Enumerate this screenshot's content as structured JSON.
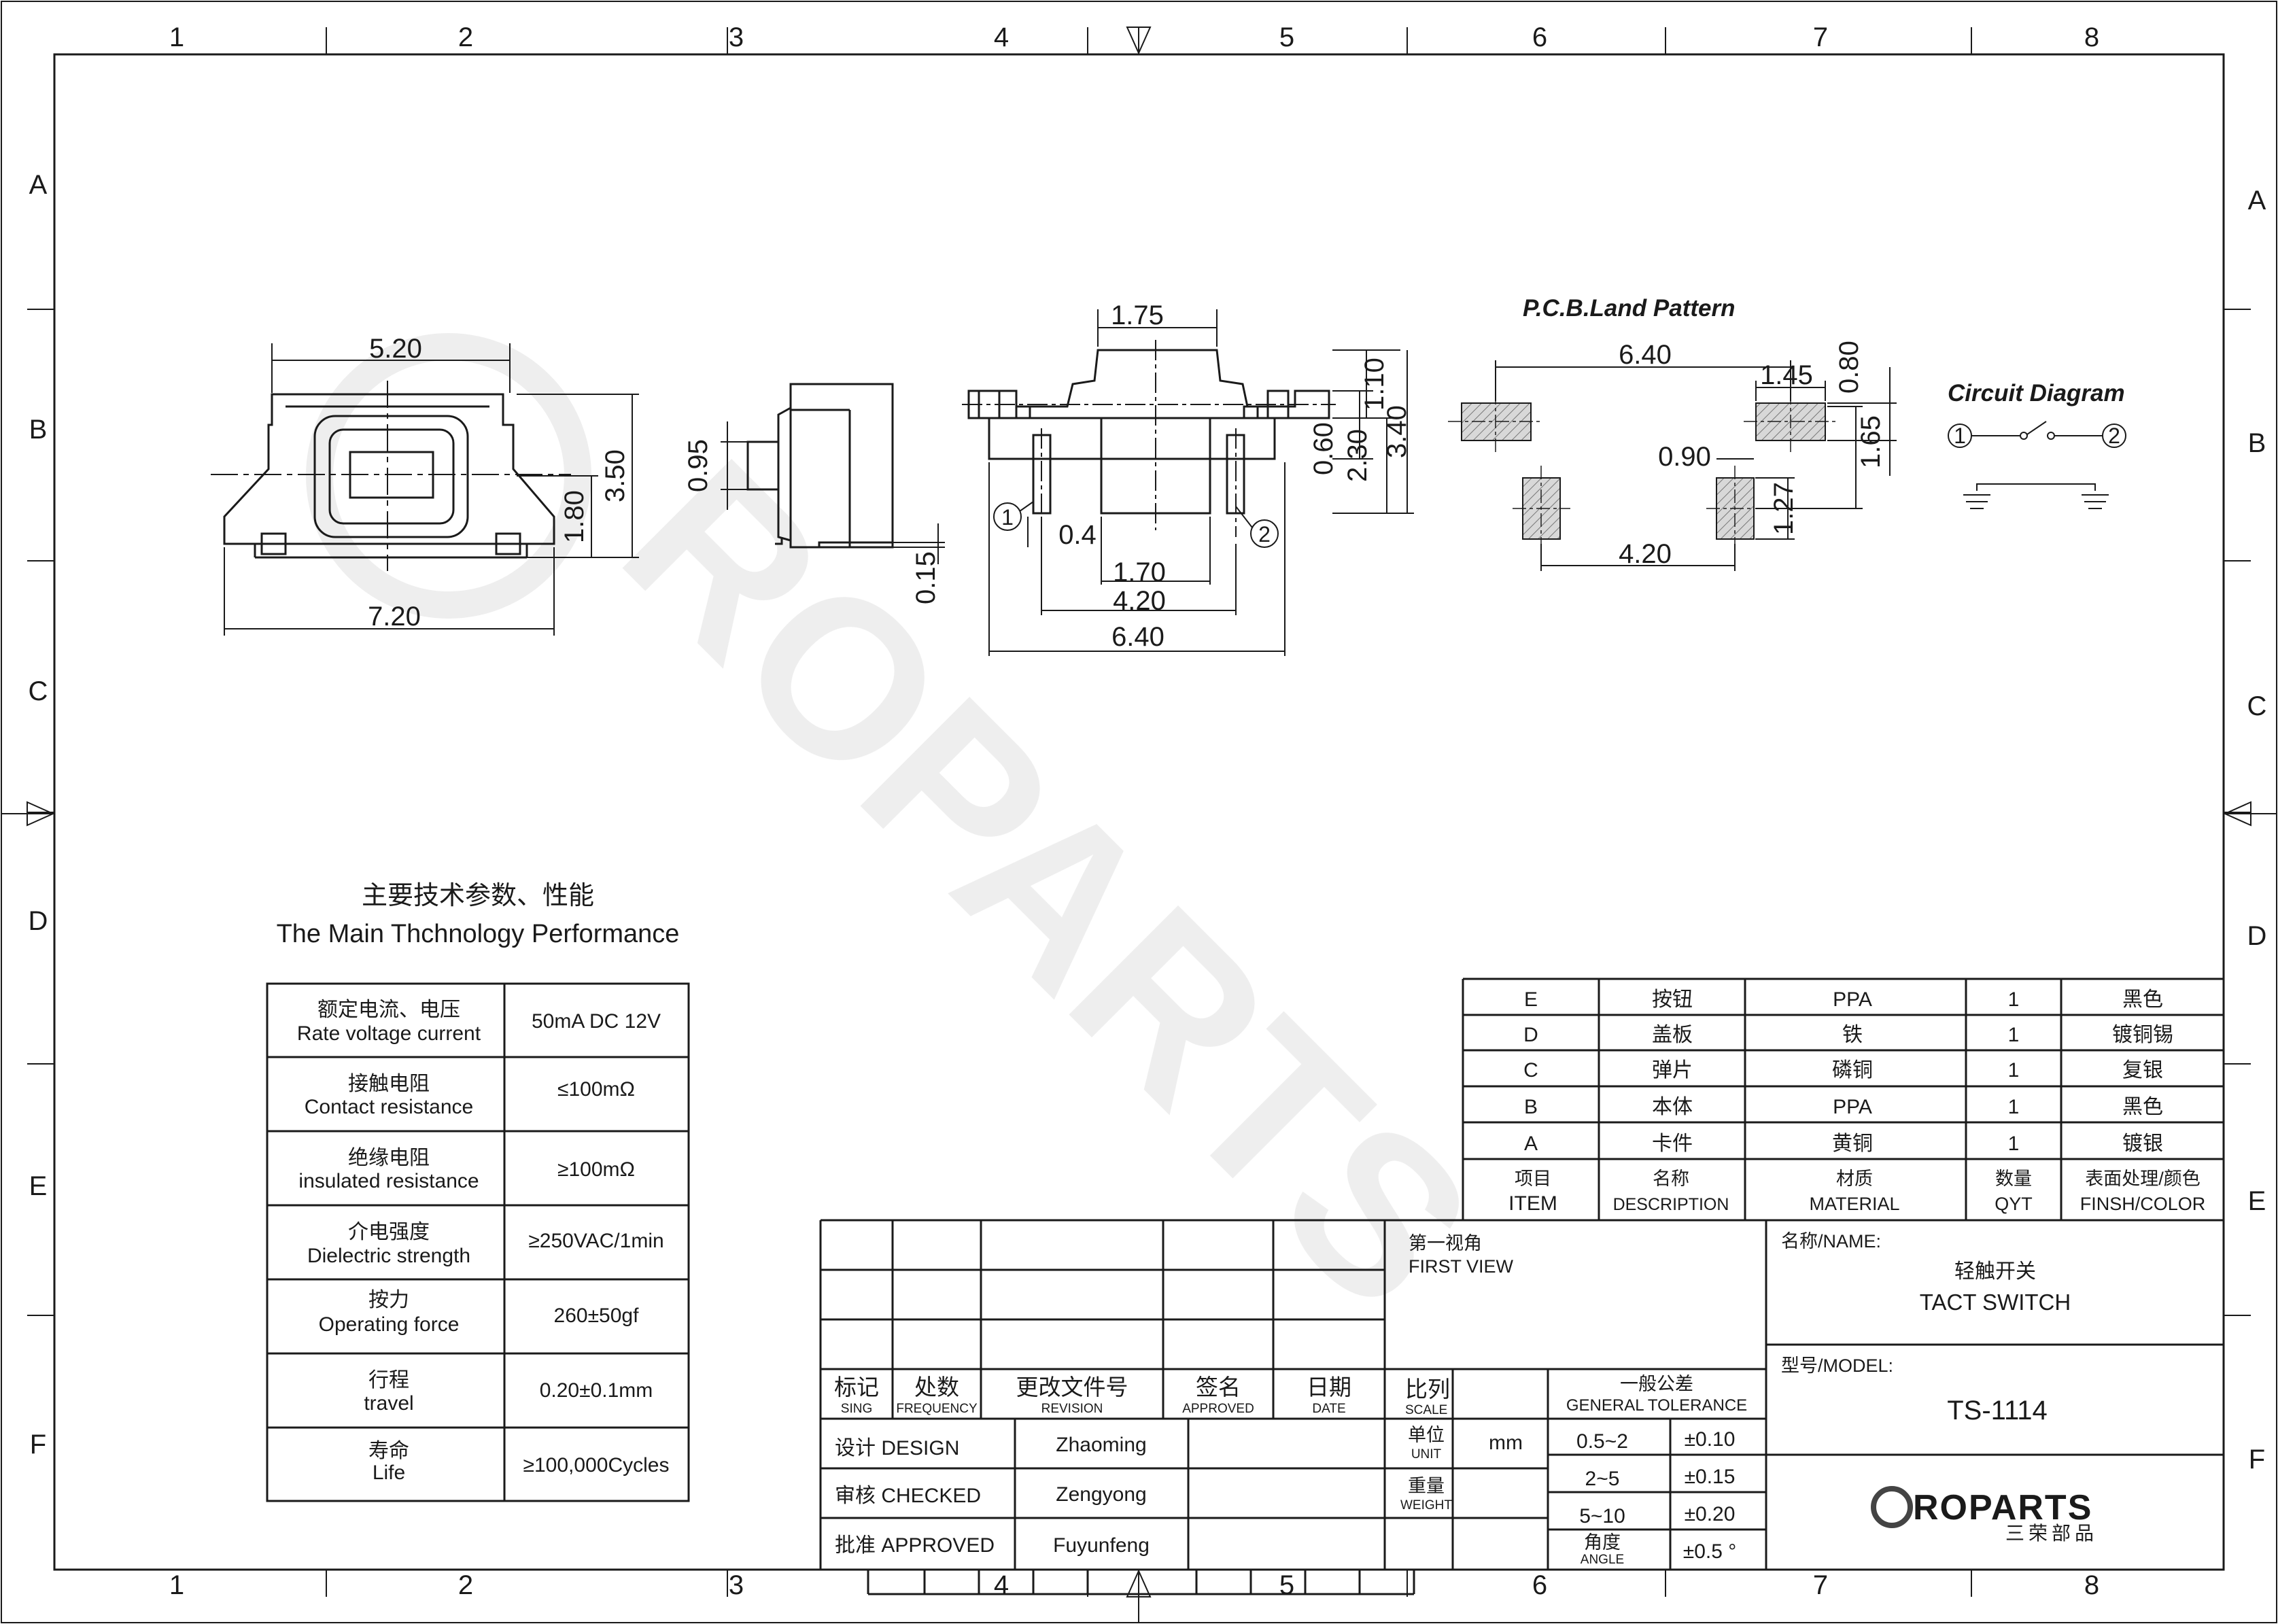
{
  "frame": {
    "columns_top": [
      "1",
      "2",
      "3",
      "4",
      "5",
      "6",
      "7",
      "8"
    ],
    "columns_bottom": [
      "1",
      "2",
      "3",
      "4",
      "5",
      "6",
      "7",
      "8"
    ],
    "rows_left": [
      "A",
      "B",
      "C",
      "D",
      "E",
      "F"
    ],
    "rows_right": [
      "A",
      "B",
      "C",
      "D",
      "E",
      "F"
    ]
  },
  "watermark": {
    "text": "ROPARTS"
  },
  "views": {
    "front": {
      "top_width": "5.20",
      "total_height": "3.50",
      "lower_height": "1.80",
      "bottom_width": "7.20"
    },
    "side": {
      "actuator": "0.95",
      "lead": "0.15"
    },
    "main": {
      "actuator_width": "1.75",
      "d_1_10": "1.10",
      "d_0_60": "0.60",
      "d_2_30": "2.30",
      "d_3_40": "3.40",
      "d_0_4": "0.4",
      "d_1_70": "1.70",
      "d_4_20": "4.20",
      "d_6_40": "6.40",
      "pin1": "1",
      "pin2": "2"
    }
  },
  "pcb": {
    "title": "P.C.B.Land Pattern",
    "d_6_40": "6.40",
    "d_1_45": "1.45",
    "d_0_80": "0.80",
    "d_1_65": "1.65",
    "d_0_90": "0.90",
    "d_1_27": "1.27",
    "d_4_20": "4.20"
  },
  "circuit": {
    "title": "Circuit Diagram",
    "pin1": "1",
    "pin2": "2"
  },
  "performance": {
    "title_cn": "主要技术参数、性能",
    "title_en": "The Main Thchnology Performance",
    "rows": [
      {
        "cn": "额定电流、电压",
        "en": "Rate voltage current",
        "value": "50mA DC 12V"
      },
      {
        "cn": "接触电阻",
        "en": "Contact resistance",
        "value": "≤100mΩ"
      },
      {
        "cn": "绝缘电阻",
        "en": "insulated resistance",
        "value": "≥100mΩ"
      },
      {
        "cn": "介电强度",
        "en": "Dielectric strength",
        "value": "≥250VAC/1min"
      },
      {
        "cn": "按力",
        "en": "Operating force",
        "value": "260±50gf"
      },
      {
        "cn": "行程",
        "en": "travel",
        "value": "0.20±0.1mm"
      },
      {
        "cn": "寿命",
        "en": "Life",
        "value": "≥100,000Cycles"
      }
    ]
  },
  "bom": {
    "rows": [
      {
        "item": "E",
        "desc": "按钮",
        "material": "PPA",
        "qty": "1",
        "finish": "黑色"
      },
      {
        "item": "D",
        "desc": "盖板",
        "material": "铁",
        "qty": "1",
        "finish": "镀铜锡"
      },
      {
        "item": "C",
        "desc": "弹片",
        "material": "磷铜",
        "qty": "1",
        "finish": "复银"
      },
      {
        "item": "B",
        "desc": "本体",
        "material": "PPA",
        "qty": "1",
        "finish": "黑色"
      },
      {
        "item": "A",
        "desc": "卡件",
        "material": "黄铜",
        "qty": "1",
        "finish": "镀银"
      }
    ],
    "header": {
      "item_cn": "项目",
      "item_en": "ITEM",
      "desc_cn": "名称",
      "desc_en": "DESCRIPTION",
      "mat_cn": "材质",
      "mat_en": "MATERIAL",
      "qty_cn": "数量",
      "qty_en": "QYT",
      "fin_cn": "表面处理/颜色",
      "fin_en": "FINSH/COLOR"
    }
  },
  "titleblock": {
    "rev_headers": [
      {
        "cn": "标记",
        "en": "SING"
      },
      {
        "cn": "处数",
        "en": "FREQUENCY"
      },
      {
        "cn": "更改文件号",
        "en": "REVISION"
      },
      {
        "cn": "签名",
        "en": "APPROVED"
      },
      {
        "cn": "日期",
        "en": "DATE"
      }
    ],
    "design_label": "设计 DESIGN",
    "design_name": "Zhaoming",
    "checked_label": "审核 CHECKED",
    "checked_name": "Zengyong",
    "approved_label": "批准 APPROVED",
    "approved_name": "Fuyunfeng",
    "first_view_cn": "第一视角",
    "first_view_en": "FIRST VIEW",
    "scale_cn": "比列",
    "scale_en": "SCALE",
    "unit_cn": "单位",
    "unit_en": "UNIT",
    "unit_value": "mm",
    "weight_cn": "重量",
    "weight_en": "WEIGHT",
    "tol_cn": "一般公差",
    "tol_en": "GENERAL TOLERANCE",
    "tolerances": [
      {
        "range": "0.5~2",
        "tol": "±0.10"
      },
      {
        "range": "2~5",
        "tol": "±0.15"
      },
      {
        "range": "5~10",
        "tol": "±0.20"
      }
    ],
    "angle_cn": "角度",
    "angle_en": "ANGLE",
    "angle_tol": "±0.5 °",
    "name_label": "名称/NAME:",
    "name_cn": "轻触开关",
    "name_en": "TACT  SWITCH",
    "model_label": "型号/MODEL:",
    "model": "TS-1114",
    "logo_text": "ROPARTS",
    "logo_sub": "三荣部品"
  }
}
